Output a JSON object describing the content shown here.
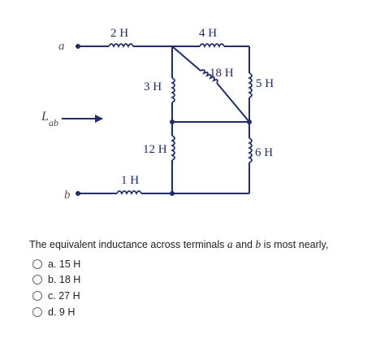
{
  "circuit": {
    "terminal_a": "a",
    "terminal_b": "b",
    "lab_main": "L",
    "lab_sub": "ab",
    "inductors": {
      "l2": "2 H",
      "l4": "4 H",
      "l18": "18 H",
      "l3": "3 H",
      "l5": "5 H",
      "l12": "12 H",
      "l6": "6 H",
      "l1": "1 H"
    }
  },
  "question": {
    "text_before_a": "The equivalent inductance across terminals ",
    "var_a": "a",
    "text_middle": " and ",
    "var_b": "b",
    "text_after": " is most nearly,"
  },
  "options": [
    {
      "label": "a. 15 H"
    },
    {
      "label": "b. 18 H"
    },
    {
      "label": "c. 27 H"
    },
    {
      "label": "d. 9 H"
    }
  ]
}
